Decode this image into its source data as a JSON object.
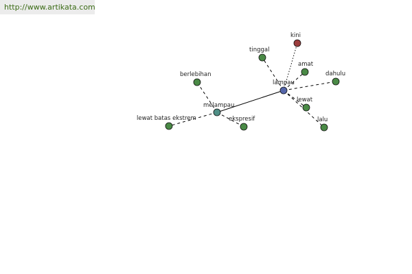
{
  "header": {
    "site_link": "http://www.artikata.com"
  },
  "colors": {
    "root": "#5566aa",
    "hub": "#4f8f86",
    "leaf": "#4a8a46",
    "opposite": "#9b3d3d"
  },
  "graph": {
    "nodes": [
      {
        "id": "lampau",
        "label": "lampau",
        "kind": "root"
      },
      {
        "id": "melampau",
        "label": "melampau",
        "kind": "hub"
      },
      {
        "id": "kini",
        "label": "kini",
        "kind": "opposite"
      },
      {
        "id": "tinggal",
        "label": "tinggal",
        "kind": "leaf"
      },
      {
        "id": "amat",
        "label": "amat",
        "kind": "leaf"
      },
      {
        "id": "dahulu",
        "label": "dahulu",
        "kind": "leaf"
      },
      {
        "id": "lewat",
        "label": "lewat",
        "kind": "leaf"
      },
      {
        "id": "lalu",
        "label": "lalu",
        "kind": "leaf"
      },
      {
        "id": "berlebihan",
        "label": "berlebihan",
        "kind": "leaf"
      },
      {
        "id": "lewat-batas-ekstrem",
        "label": "lewat batas ekstrem",
        "kind": "leaf"
      },
      {
        "id": "ekspresif",
        "label": "ekspresif",
        "kind": "leaf"
      }
    ],
    "edges": [
      {
        "from": "lampau",
        "to": "melampau",
        "style": "solid"
      },
      {
        "from": "lampau",
        "to": "kini",
        "style": "dotted"
      },
      {
        "from": "lampau",
        "to": "tinggal",
        "style": "dashed"
      },
      {
        "from": "lampau",
        "to": "amat",
        "style": "dashed"
      },
      {
        "from": "lampau",
        "to": "dahulu",
        "style": "dashed"
      },
      {
        "from": "lampau",
        "to": "lewat",
        "style": "dashed"
      },
      {
        "from": "lampau",
        "to": "lalu",
        "style": "dashed"
      },
      {
        "from": "melampau",
        "to": "berlebihan",
        "style": "dashed"
      },
      {
        "from": "melampau",
        "to": "lewat-batas-ekstrem",
        "style": "dashed"
      },
      {
        "from": "melampau",
        "to": "ekspresif",
        "style": "dashed"
      }
    ]
  }
}
